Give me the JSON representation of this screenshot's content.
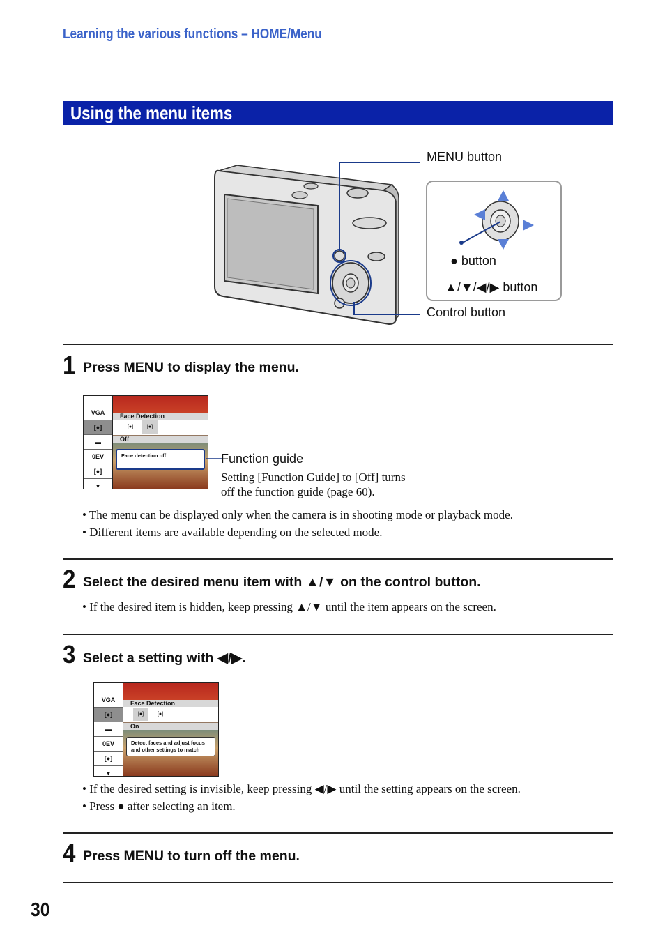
{
  "header": {
    "running_head": "Learning the various functions – HOME/Menu",
    "section_title": "Using the menu items"
  },
  "camera_figure": {
    "menu_button_label": "MENU button",
    "center_button_label": "● button",
    "arrow_button_label": "▲/▼/◀/▶ button",
    "control_button_label": "Control button"
  },
  "steps": [
    {
      "number": "1",
      "title": "Press MENU to display the menu.",
      "function_guide_label": "Function guide",
      "function_guide_desc_line1": "Setting [Function Guide] to [Off] turns",
      "function_guide_desc_line2": "off the function guide (page 60).",
      "bullets": [
        "• The menu can be displayed only when the camera is in shooting mode or playback mode.",
        "• Different items are available depending on the selected mode."
      ],
      "screen": {
        "item_title": "Face Detection",
        "setting_label": "Off",
        "guide_text": "Face detection off",
        "ev_label": "0EV",
        "vga_label": "VGA"
      }
    },
    {
      "number": "2",
      "title": "Select the desired menu item with ▲/▼ on the control button.",
      "bullets": [
        "• If the desired item is hidden, keep pressing ▲/▼ until the item appears on the screen."
      ]
    },
    {
      "number": "3",
      "title": "Select a setting with ◀/▶.",
      "bullets": [
        "• If the desired setting is invisible, keep pressing ◀/▶ until the setting appears on the screen.",
        "• Press ● after selecting an item."
      ],
      "screen": {
        "item_title": "Face Detection",
        "setting_label": "On",
        "guide_line1": "Detect faces and adjust focus",
        "guide_line2": "and other settings to match",
        "ev_label": "0EV",
        "vga_label": "VGA"
      }
    },
    {
      "number": "4",
      "title": "Press MENU to turn off the menu."
    }
  ],
  "page_number": "30"
}
